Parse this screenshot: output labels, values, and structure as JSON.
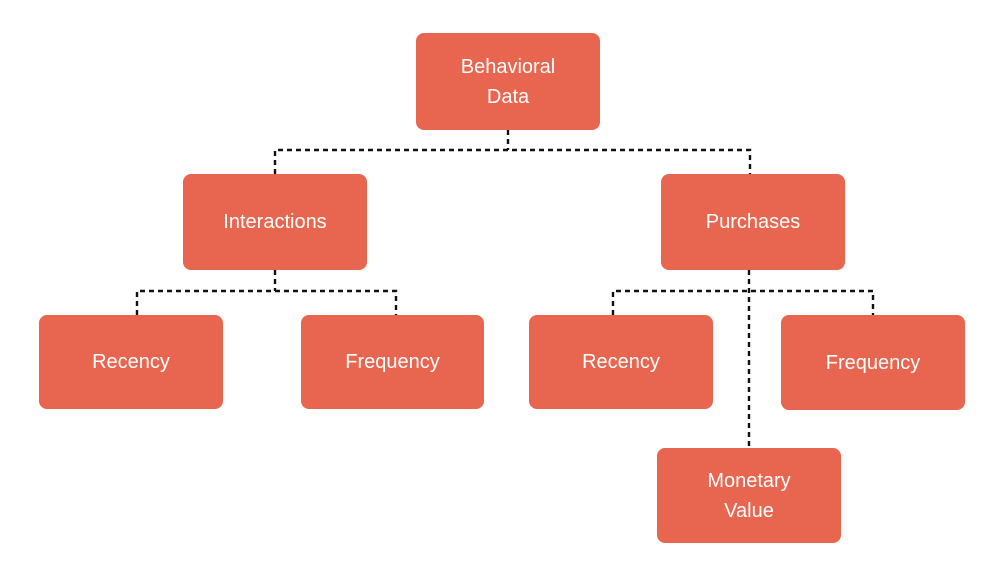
{
  "diagram": {
    "type": "tree",
    "background_color": "#FFFFFF",
    "node_fill_color": "#E8654F",
    "node_text_color": "#FFFFFF",
    "connector_color": "#111111",
    "connector_style": "dashed",
    "nodes": {
      "behavioral_data": {
        "label": "Behavioral Data",
        "level": 1,
        "parent": null
      },
      "interactions": {
        "label": "Interactions",
        "level": 2,
        "parent": "behavioral_data"
      },
      "purchases": {
        "label": "Purchases",
        "level": 2,
        "parent": "behavioral_data"
      },
      "interactions_recency": {
        "label": "Recency",
        "level": 3,
        "parent": "interactions"
      },
      "interactions_frequency": {
        "label": "Frequency",
        "level": 3,
        "parent": "interactions"
      },
      "purchases_recency": {
        "label": "Recency",
        "level": 3,
        "parent": "purchases"
      },
      "purchases_frequency": {
        "label": "Frequency",
        "level": 3,
        "parent": "purchases"
      },
      "purchases_monetary_value": {
        "label": "Monetary Value",
        "level": 4,
        "parent": "purchases"
      }
    }
  }
}
